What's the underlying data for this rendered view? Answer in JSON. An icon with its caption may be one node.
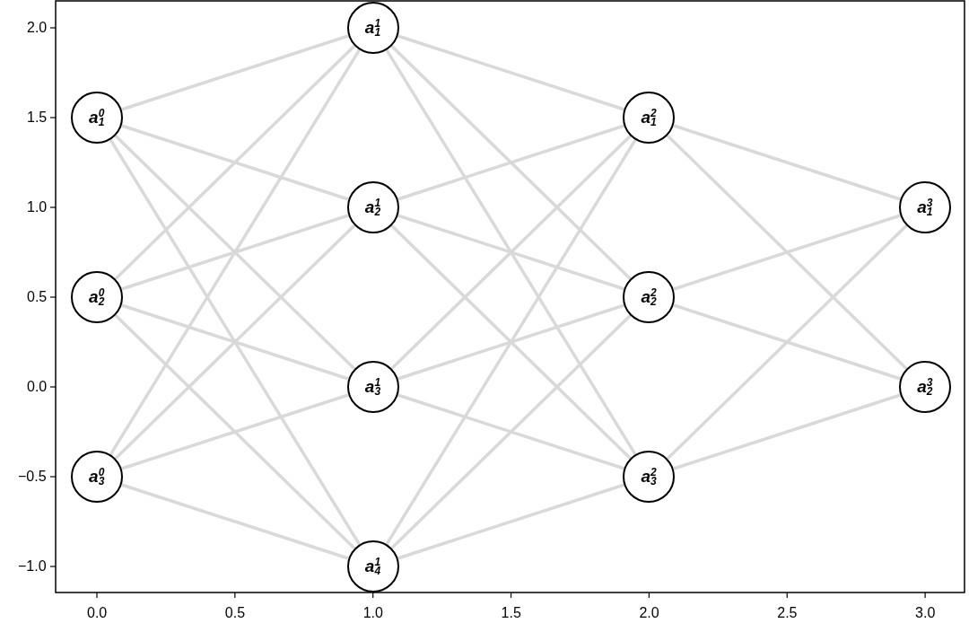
{
  "diagram": {
    "nodes": [
      {
        "text": [
          "a$^{0}$$_{1}$"
        ]
      },
      {
        "text": [
          "a$^{0}$$_{2}$"
        ]
      },
      {
        "text": [
          "a$^{0}$$_{3}$"
        ]
      },
      {
        "text": [
          "a$^{1}$$_{1}$"
        ]
      },
      {
        "text": [
          "a$^{1}$$_{2}$"
        ]
      },
      {
        "text": [
          "a$^{1}$$_{3}$"
        ]
      },
      {
        "text": [
          "a$^{1}$$_{4}$"
        ]
      },
      {
        "text": [
          "a$^{2}$$_{1}$"
        ]
      },
      {
        "text": [
          "a$^{2}$$_{2}$"
        ]
      },
      {
        "text": [
          "a$^{2}$$_{3}$"
        ]
      },
      {
        "text": [
          "a$^{3}$$_{1}$"
        ]
      },
      {
        "text": [
          "a$^{3}$$_{2}$"
        ]
      }
    ],
    "edges": [
      {
        "from": 0,
        "to": 3,
        "arrow": "none"
      },
      {
        "from": 0,
        "to": 4,
        "arrow": "none"
      },
      {
        "from": 0,
        "to": 5,
        "arrow": "none"
      },
      {
        "from": 0,
        "to": 6,
        "arrow": "none"
      },
      {
        "from": 1,
        "to": 3,
        "arrow": "none"
      },
      {
        "from": 1,
        "to": 4,
        "arrow": "none"
      },
      {
        "from": 1,
        "to": 5,
        "arrow": "none"
      },
      {
        "from": 1,
        "to": 6,
        "arrow": "none"
      },
      {
        "from": 2,
        "to": 3,
        "arrow": "none"
      },
      {
        "from": 2,
        "to": 4,
        "arrow": "none"
      },
      {
        "from": 2,
        "to": 5,
        "arrow": "none"
      },
      {
        "from": 2,
        "to": 6,
        "arrow": "none"
      },
      {
        "from": 3,
        "to": 7,
        "arrow": "none"
      },
      {
        "from": 3,
        "to": 8,
        "arrow": "none"
      },
      {
        "from": 3,
        "to": 9,
        "arrow": "none"
      },
      {
        "from": 4,
        "to": 7,
        "arrow": "none"
      },
      {
        "from": 4,
        "to": 8,
        "arrow": "none"
      },
      {
        "from": 4,
        "to": 9,
        "arrow": "none"
      },
      {
        "from": 5,
        "to": 7,
        "arrow": "none"
      },
      {
        "from": 5,
        "to": 8,
        "arrow": "none"
      },
      {
        "from": 5,
        "to": 9,
        "arrow": "none"
      },
      {
        "from": 6,
        "to": 7,
        "arrow": "none"
      },
      {
        "from": 6,
        "to": 8,
        "arrow": "none"
      },
      {
        "from": 6,
        "to": 9,
        "arrow": "none"
      },
      {
        "from": 7,
        "to": 10,
        "arrow": "none"
      },
      {
        "from": 7,
        "to": 11,
        "arrow": "none"
      },
      {
        "from": 8,
        "to": 10,
        "arrow": "none"
      },
      {
        "from": 8,
        "to": 11,
        "arrow": "none"
      },
      {
        "from": 9,
        "to": 10,
        "arrow": "none"
      },
      {
        "from": 9,
        "to": 11,
        "arrow": "none"
      }
    ],
    "labels": [
      "2.0",
      "1.5",
      "1.0",
      "0.5",
      "0.0",
      "−0.5",
      "−1.0",
      "0.0",
      "0.5",
      "1.0",
      "1.5",
      "2.0",
      "2.5",
      "3.0"
    ]
  }
}
